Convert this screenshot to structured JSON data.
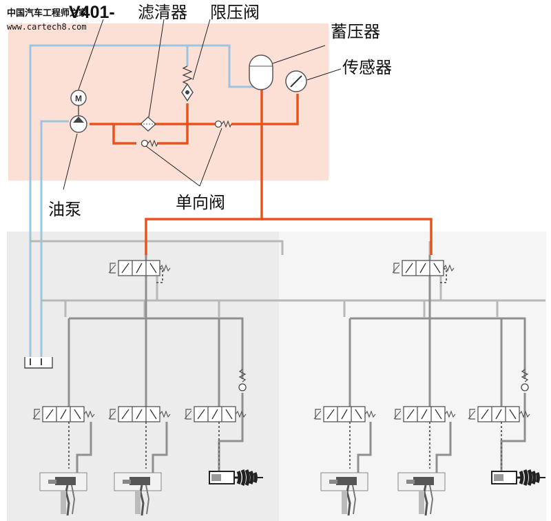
{
  "watermark": {
    "brand": "中国汽车工程师之家",
    "url": "www.cartech8.com"
  },
  "labels": {
    "v401": "V401-",
    "filter": "滤清器",
    "pressure_limit_valve": "限压阀",
    "accumulator": "蓄压器",
    "sensor": "传感器",
    "check_valve": "单向阀",
    "oil_pump": "油泵"
  },
  "symbols": {
    "motor": "M"
  },
  "colors": {
    "pressure_line": "#e8531d",
    "return_line": "#9ec3dd",
    "gear_line": "#9a9a9a",
    "supply_area": "#fce0d6",
    "actuator_area": "#ececec"
  }
}
